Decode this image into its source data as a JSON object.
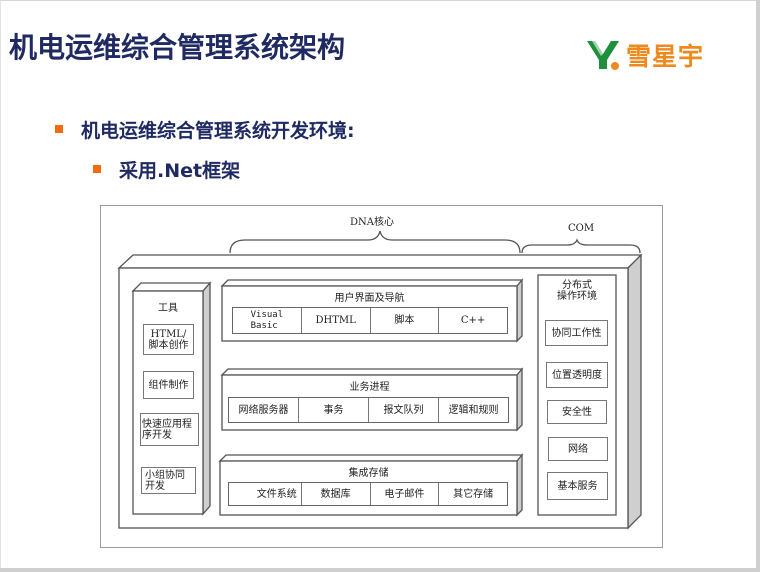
{
  "slide": {
    "title": "机电运维综合管理系统架构",
    "logo": {
      "mark": "Y.",
      "text": "雪星宇",
      "mark_color": "#1e8f3a",
      "text_color": "#ee8a1d"
    },
    "bullets": [
      {
        "level": 1,
        "text": "机电运维综合管理系统开发环境:"
      },
      {
        "level": 2,
        "text": "采用.Net框架"
      }
    ],
    "colors": {
      "title": "#1f2a63",
      "bullet_square": "#f26a12"
    }
  },
  "diagram": {
    "braces": {
      "dna": "DNA核心",
      "com": "COM"
    },
    "tools_column": {
      "title": "工具",
      "items": [
        "HTML/\n脚本创作",
        "组件制作",
        "快速应用程\n序开发",
        "小组协同\n开发"
      ]
    },
    "layers": [
      {
        "title": "用户界面及导航",
        "cells": [
          "Visual\nBasic",
          "DHTML",
          "脚本",
          "C++"
        ]
      },
      {
        "title": "业务进程",
        "cells": [
          "网络服务器",
          "事务",
          "报文队列",
          "逻辑和规则"
        ]
      },
      {
        "title": "集成存储",
        "cells": [
          "文件系统",
          "数据库",
          "电子邮件",
          "其它存储"
        ]
      }
    ],
    "distributed_column": {
      "title": "分布式\n操作环境",
      "items": [
        "协同工作性",
        "位置透明度",
        "安全性",
        "网络",
        "基本服务"
      ]
    }
  }
}
